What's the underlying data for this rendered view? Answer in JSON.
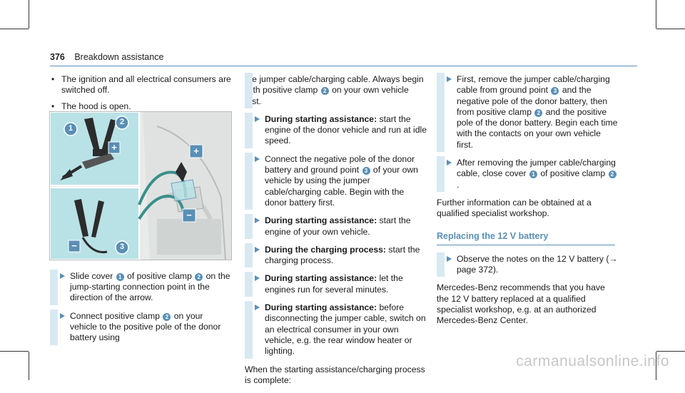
{
  "header": {
    "page_number": "376",
    "section": "Breakdown assistance"
  },
  "col1": {
    "bullets": [
      "The ignition and all electrical consumers are switched off.",
      "The hood is open."
    ],
    "steps": [
      {
        "pre": "Slide cover",
        "n1": "1",
        "mid": "of positive clamp",
        "n2": "2",
        "post": "on the jump-starting connection point in the direction of the arrow."
      },
      {
        "pre": "Connect positive clamp",
        "n1": "2",
        "post": "on your vehicle to the positive pole of the donor battery using"
      }
    ]
  },
  "figure": {
    "label_1": "1",
    "label_2": "2",
    "label_3": "3",
    "plus": "+",
    "minus": "−"
  },
  "col2": {
    "continue_pre": "the jumper cable/charging cable. Always begin with positive clamp",
    "continue_num": "2",
    "continue_post": "on your own vehicle first.",
    "s1_bold": "During starting assistance:",
    "s1_text": "start the engine of the donor vehicle and run at idle speed.",
    "s2_pre": "Connect the negative pole of the donor battery and ground point",
    "s2_num": "3",
    "s2_post": "of your own vehicle by using the jumper cable/charging cable. Begin with the donor battery first.",
    "s3_bold": "During starting assistance:",
    "s3_text": "start the engine of your own vehicle.",
    "s4_bold": "During the charging process:",
    "s4_text": "start the charging process.",
    "s5_bold": "During starting assistance:",
    "s5_text": "let the engines run for several minutes.",
    "s6_bold": "During starting assistance:",
    "s6_text": "before disconnecting the jumper cable, switch on an electrical consumer in your own vehicle, e.g. the rear window heater or lighting.",
    "after": "When the starting assistance/charging process is complete:"
  },
  "col3": {
    "s1_pre": "First, remove the jumper cable/charging cable from ground point",
    "s1_num1": "3",
    "s1_mid": "and the negative pole of the donor battery, then from positive clamp",
    "s1_num2": "2",
    "s1_post": "and the positive pole of the donor battery. Begin each time with the contacts on your own vehicle first.",
    "s2_pre": "After removing the jumper cable/charging cable, close cover",
    "s2_num1": "1",
    "s2_mid": "of positive clamp",
    "s2_num2": "2",
    "s2_post": ".",
    "further": "Further information can be obtained at a qualified specialist workshop.",
    "section_title": "Replacing the 12 V battery",
    "s3_text": "Observe the notes on the 12 V battery (→ page 372).",
    "para": "Mercedes-Benz recommends that you have the 12 V battery replaced at a qualified specialist workshop, e.g. at an authorized Mercedes-Benz Center."
  },
  "watermark": "carmanualsonline.info"
}
